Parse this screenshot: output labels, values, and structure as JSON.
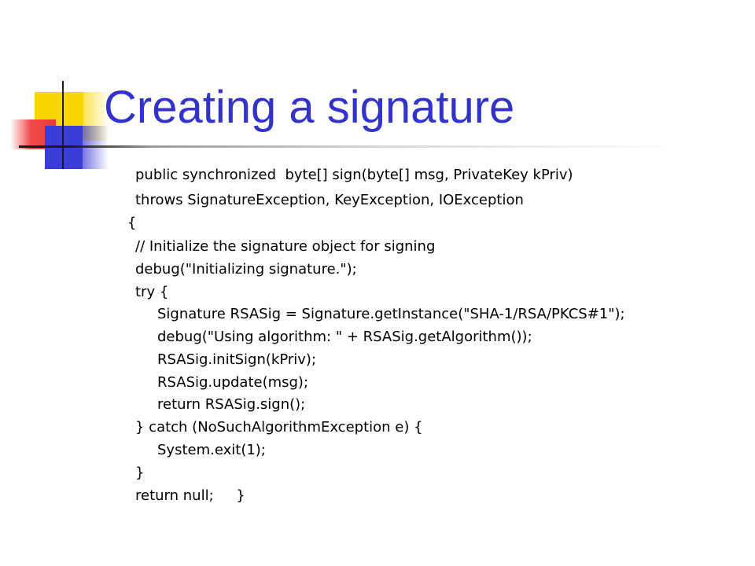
{
  "slide": {
    "title": "Creating a signature",
    "title_color": "#3333cc",
    "logo": "decorative colored squares with crossing lines",
    "code_lines": [
      "public synchronized  byte[] sign(byte[] msg, PrivateKey kPriv)",
      "throws SignatureException, KeyException, IOException",
      "{",
      "// Initialize the signature object for signing",
      "debug(\"Initializing signature.\");",
      "try {",
      "Signature RSASig = Signature.getInstance(\"SHA-1/RSA/PKCS#1\");",
      "debug(\"Using algorithm: \" + RSASig.getAlgorithm());",
      "RSASig.initSign(kPriv);",
      "RSASig.update(msg);",
      "return RSASig.sign();",
      "} catch (NoSuchAlgorithmException e) {",
      "System.exit(1);",
      "}",
      "return null;     }"
    ]
  }
}
